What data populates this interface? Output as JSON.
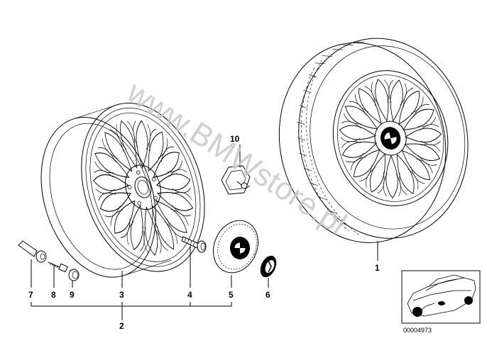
{
  "watermark": "www.BMWstore.pl",
  "callouts": {
    "c1": "1",
    "c2": "2",
    "c3": "3",
    "c4": "4",
    "c5": "5",
    "c6": "6",
    "c7": "7",
    "c8": "8",
    "c9": "9",
    "c10": "10"
  },
  "thumbnail": {
    "reference": "00004973"
  },
  "colors": {
    "line": "#000000",
    "watermark": "#c8c8c8",
    "background": "#ffffff"
  }
}
